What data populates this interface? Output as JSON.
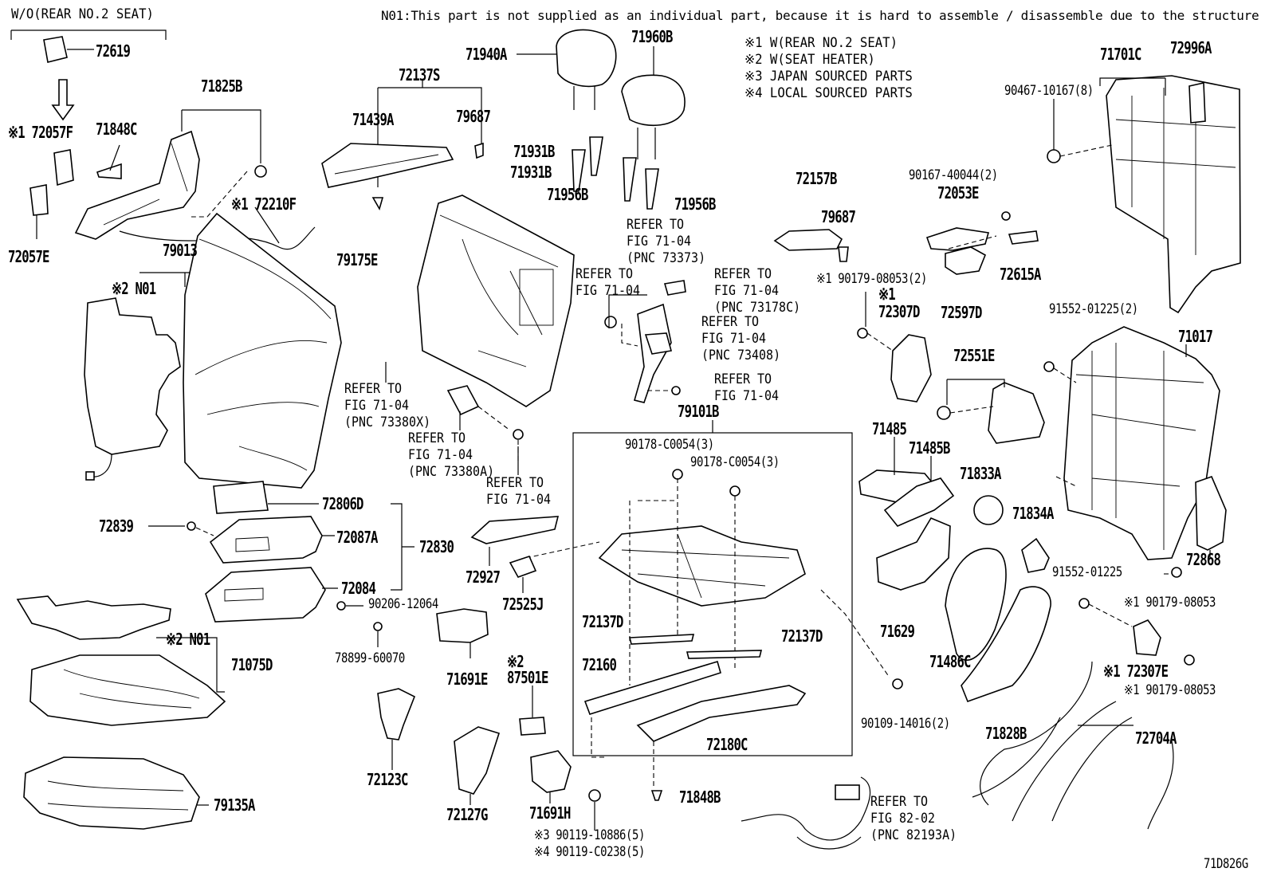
{
  "header": {
    "variant": "W/O(REAR NO.2 SEAT)",
    "note": "N01:This part is not supplied as an individual part, because it is hard to assemble / disassemble due to the structure"
  },
  "legend": [
    "※1 W(REAR NO.2 SEAT)",
    "※2 W(SEAT HEATER)",
    "※3 JAPAN SOURCED PARTS",
    "※4 LOCAL SOURCED PARTS"
  ],
  "figure_code": "71D826G",
  "parts": {
    "p72619": "72619",
    "p72057F": "※1 72057F",
    "p72057E": "72057E",
    "p71848C": "71848C",
    "p71825B": "71825B",
    "p72210F": "※1 72210F",
    "p79013": "79013",
    "p2N01a": "※2 N01",
    "p72137S": "72137S",
    "p71439A": "71439A",
    "p79687a": "79687",
    "p71940A": "71940A",
    "p71960B": "71960B",
    "p71931Ba": "71931B",
    "p71931Bb": "71931B",
    "p71956Ba": "71956B",
    "p71956Bb": "71956B",
    "p79175E": "79175E",
    "p72157B": "72157B",
    "p79687b": "79687",
    "p190179a": "※1 90179-08053(2)",
    "p90167": "90167-40044(2)",
    "p72053E": "72053E",
    "p72615A": "72615A",
    "p72597D": "72597D",
    "p72307D": "※1\n72307D",
    "p72551E": "72551E",
    "p71701C": "71701C",
    "p90467": "90467-10167(8)",
    "p72996A": "72996A",
    "p91552a": "91552-01225(2)",
    "p71017": "71017",
    "p79101B": "79101B",
    "p90178a": "90178-C0054(3)",
    "p90178b": "90178-C0054(3)",
    "p71485": "71485",
    "p71485B": "71485B",
    "p71833A": "71833A",
    "p71834A": "71834A",
    "p72868": "72868",
    "p91552b": "91552-01225",
    "p190179b": "※1 90179-08053",
    "p72307E": "※1 72307E",
    "p190179c": "※1 90179-08053",
    "p72806D": "72806D",
    "p72839": "72839",
    "p72087A": "72087A",
    "p72830": "72830",
    "p72084": "72084",
    "p90206": "90206-12064",
    "p78899": "78899-60070",
    "p2N01b": "※2 N01",
    "p71075D": "71075D",
    "p79135A": "79135A",
    "p72927": "72927",
    "p72525J": "72525J",
    "p71691E": "71691E",
    "p87501E": "※2\n87501E",
    "p72123C": "72123C",
    "p72127G": "72127G",
    "p71691H": "71691H",
    "p90119a": "※3 90119-10886(5)",
    "p90119b": "※4 90119-C0238(5)",
    "p72137Da": "72137D",
    "p72160": "72160",
    "p72137Db": "72137D",
    "p72180C": "72180C",
    "p71848B": "71848B",
    "p71629": "71629",
    "p71486C": "71486C",
    "p71828B": "71828B",
    "p72704A": "72704A",
    "p90109": "90109-14016(2)"
  },
  "refs": {
    "r1": "REFER TO\nFIG 71-04\n(PNC 73373)",
    "r2": "REFER TO\nFIG 71-04",
    "r3": "REFER TO\nFIG 71-04\n(PNC 73178C)",
    "r4": "REFER TO\nFIG 71-04\n(PNC 73408)",
    "r5": "REFER TO\nFIG 71-04",
    "r6": "REFER TO\nFIG 71-04\n(PNC 73380X)",
    "r7": "REFER TO\nFIG 71-04\n(PNC 73380A)",
    "r8": "REFER TO\nFIG 71-04",
    "r9": "REFER TO\nFIG 82-02\n(PNC 82193A)"
  }
}
